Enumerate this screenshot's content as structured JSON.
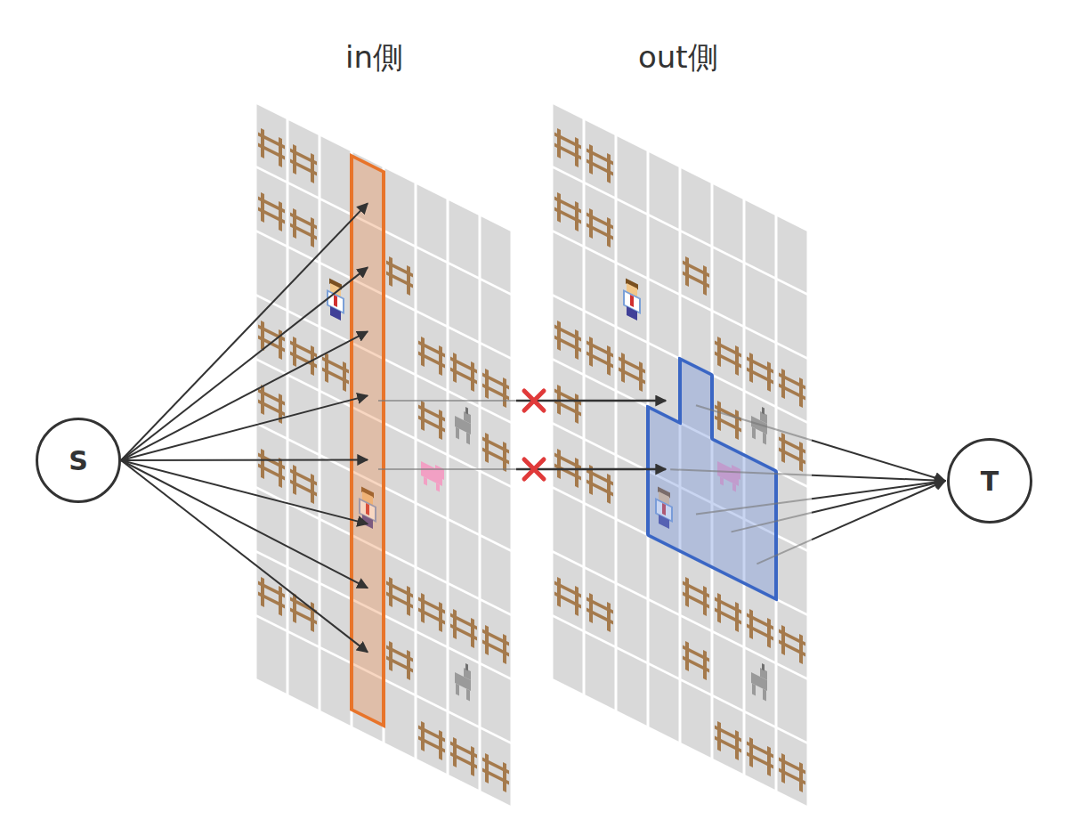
{
  "diagram": {
    "nodes": [
      {
        "text": [
          "S"
        ]
      },
      {
        "text": [
          "T"
        ]
      }
    ],
    "labels": [
      "in側",
      "out側"
    ]
  }
}
